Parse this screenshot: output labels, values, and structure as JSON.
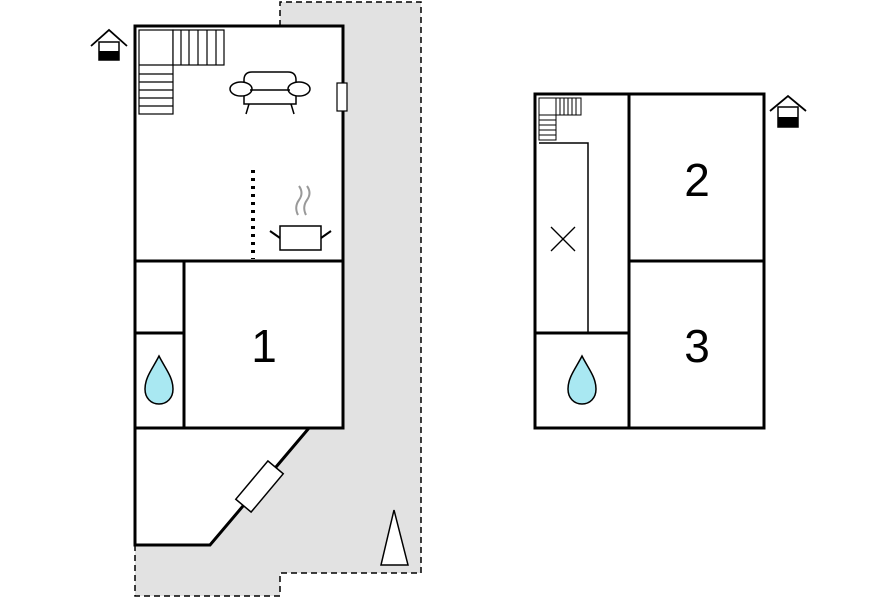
{
  "colors": {
    "terrace": "#e2e2e2",
    "water": "#a9e8f2",
    "wall": "#000000"
  },
  "ground_floor": {
    "rooms": [
      {
        "label": "1"
      }
    ],
    "icons": [
      "house-entry-icon",
      "staircase-icon",
      "sofa-icon",
      "cooking-pot-icon",
      "water-drop-icon",
      "window-icon",
      "door-icon"
    ]
  },
  "upper_floor": {
    "rooms": [
      {
        "label": "2"
      },
      {
        "label": "3"
      }
    ],
    "icons": [
      "house-entry-icon",
      "staircase-icon",
      "void-cross-icon",
      "water-drop-icon"
    ]
  },
  "north_arrow": {
    "icon": "north-arrow-icon"
  }
}
